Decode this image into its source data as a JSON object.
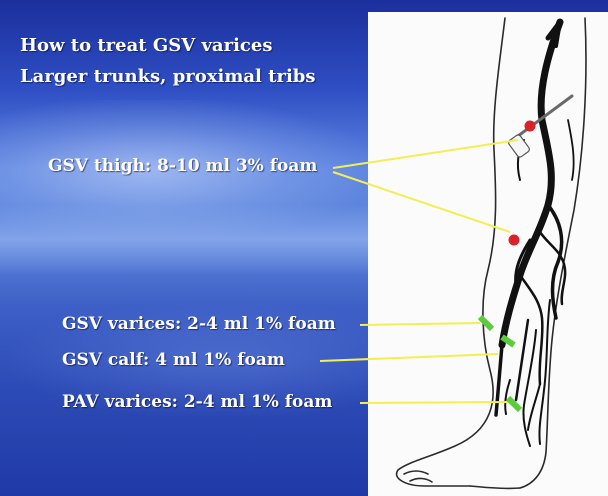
{
  "title": {
    "line1": "How to treat GSV varices",
    "line2": "Larger trunks, proximal tribs"
  },
  "labels": {
    "gsv_thigh": "GSV thigh: 8-10 ml 3% foam",
    "gsv_varices": "GSV varices: 2-4 ml 1% foam",
    "gsv_calf": "GSV calf: 4 ml 1% foam",
    "pav_varices": "PAV varices: 2-4 ml 1% foam"
  },
  "colors": {
    "pointer_line": "#f2ef52",
    "injection_marker": "#d8232a",
    "compression_marker": "#5ccc3a",
    "vein_ink": "#111111"
  }
}
